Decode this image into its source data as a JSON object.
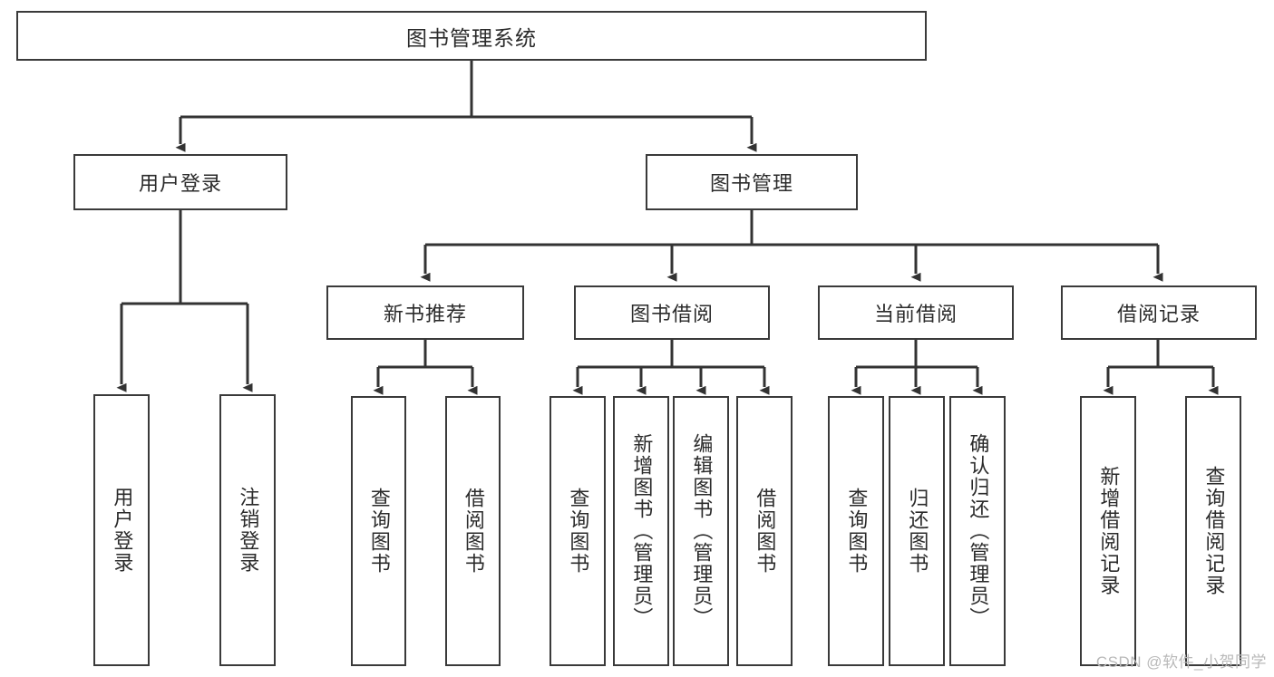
{
  "diagram": {
    "title": "图书管理系统",
    "type": "tree",
    "watermark": "CSDN @软件_小贺同学",
    "colors": {
      "box_border": "#3a3a3a",
      "box_fill": "#ffffff",
      "edge": "#333333",
      "text": "#2b2b2b",
      "watermark": "#b9b9b9",
      "background": "#ffffff"
    },
    "nodes": {
      "root": {
        "label": "图书管理系统"
      },
      "level2": [
        {
          "label": "用户登录"
        },
        {
          "label": "图书管理"
        }
      ],
      "level3": [
        {
          "label": "新书推荐"
        },
        {
          "label": "图书借阅"
        },
        {
          "label": "当前借阅"
        },
        {
          "label": "借阅记录"
        }
      ],
      "leaves": {
        "user_login": [
          {
            "label": "用户登录"
          },
          {
            "label": "注销登录"
          }
        ],
        "new_book_recommend": [
          {
            "label": "查询图书"
          },
          {
            "label": "借阅图书"
          }
        ],
        "book_borrow": [
          {
            "label": "查询图书"
          },
          {
            "label": "新增图书（管理员）"
          },
          {
            "label": "编辑图书（管理员）"
          },
          {
            "label": "借阅图书"
          }
        ],
        "current_borrow": [
          {
            "label": "查询图书"
          },
          {
            "label": "归还图书"
          },
          {
            "label": "确认归还（管理员）"
          }
        ],
        "borrow_record": [
          {
            "label": "新增借阅记录"
          },
          {
            "label": "查询借阅记录"
          }
        ]
      }
    }
  }
}
